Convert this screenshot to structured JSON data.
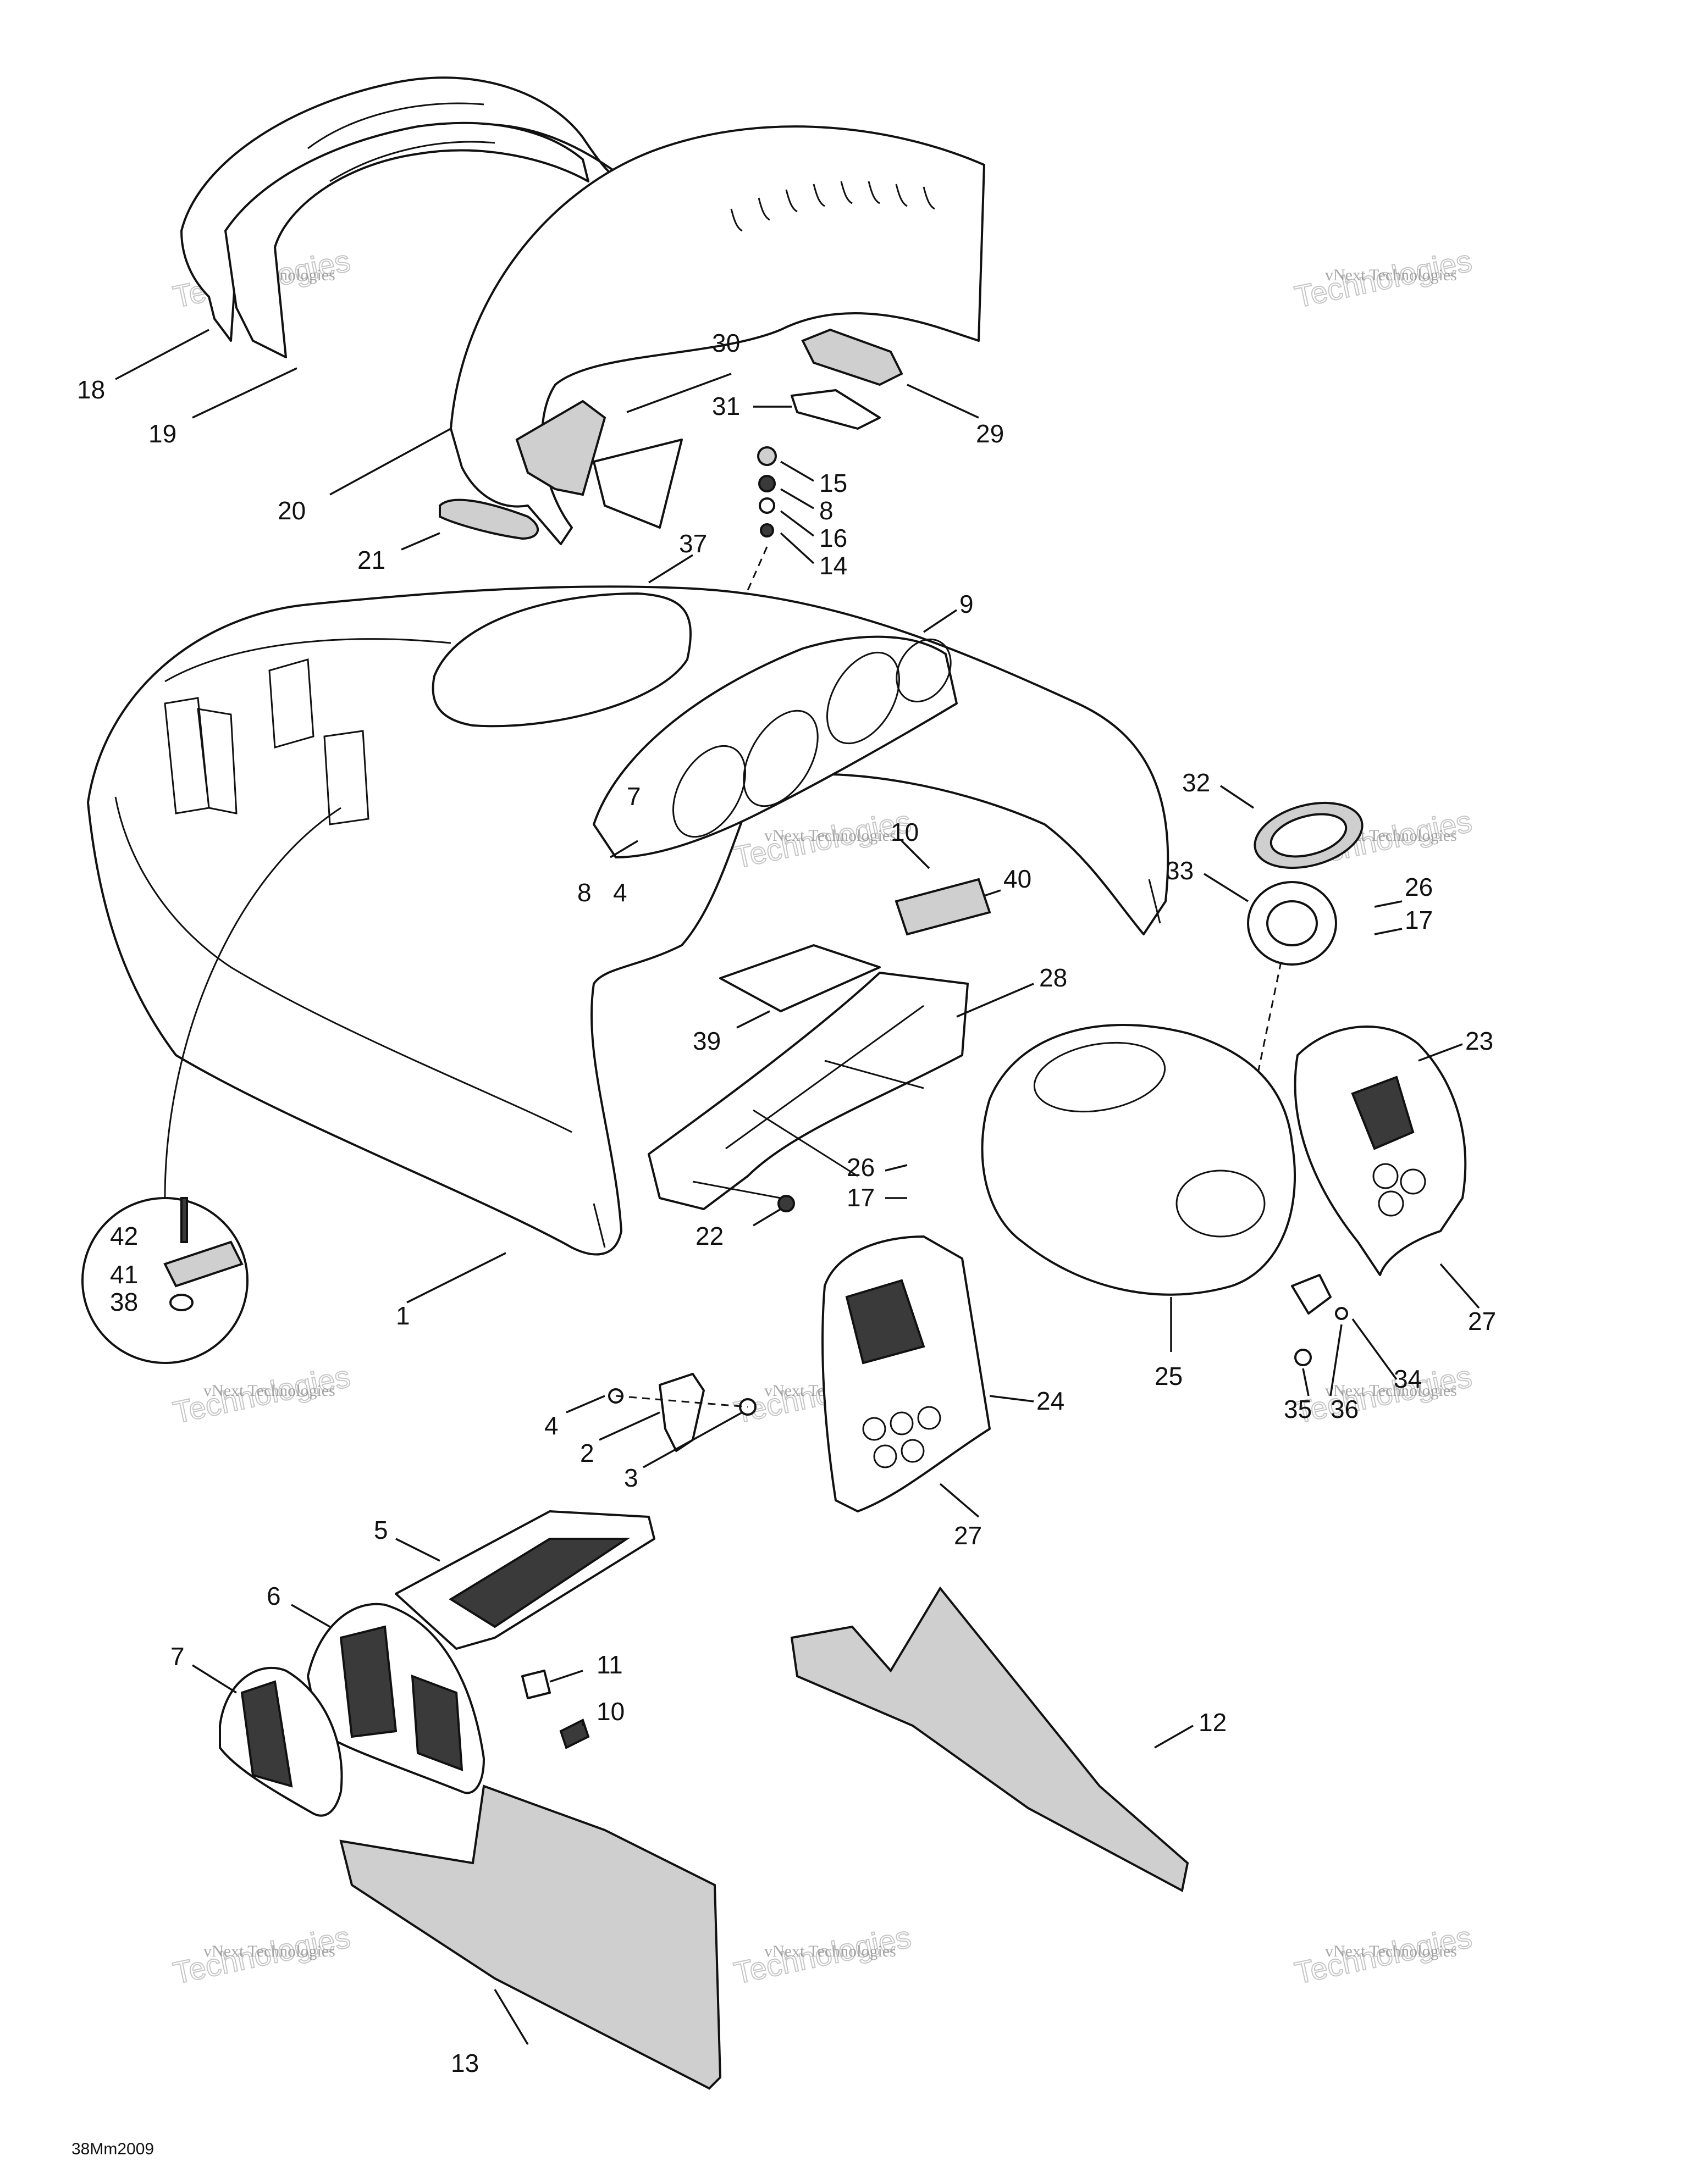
{
  "callouts": [
    "18",
    "19",
    "20",
    "21",
    "30",
    "31",
    "29",
    "15",
    "8",
    "16",
    "14",
    "37",
    "9",
    "7",
    "10",
    "8",
    "4",
    "40",
    "32",
    "33",
    "26",
    "17",
    "23",
    "28",
    "39",
    "26",
    "17",
    "22",
    "25",
    "27",
    "34",
    "35",
    "36",
    "42",
    "41",
    "38",
    "1",
    "4",
    "2",
    "3",
    "24",
    "27",
    "5",
    "6",
    "7",
    "11",
    "10",
    "12",
    "13"
  ],
  "watermark": {
    "line1": "vNext Technologies",
    "line2": "Technologies",
    "line3": "vNext"
  },
  "drawing_code": "38Mm2009"
}
